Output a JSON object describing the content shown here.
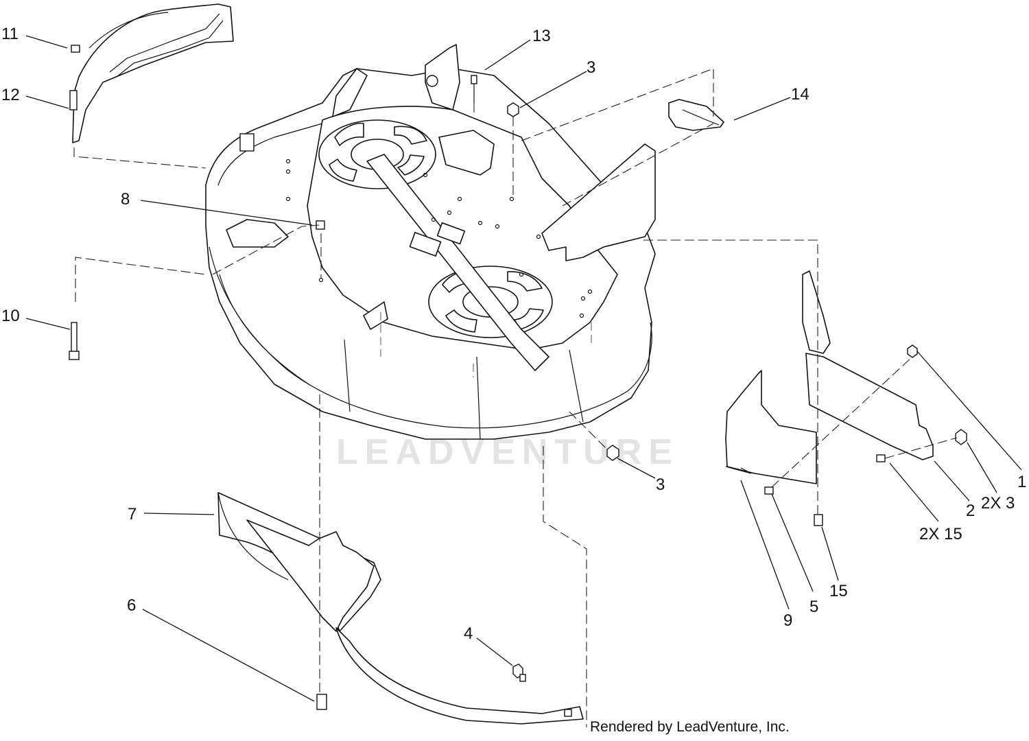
{
  "watermark": "LEADVENTURE",
  "credit": "Rendered by LeadVenture, Inc.",
  "callouts": [
    {
      "id": "c11",
      "text": "11"
    },
    {
      "id": "c12",
      "text": "12"
    },
    {
      "id": "c13",
      "text": "13"
    },
    {
      "id": "c3a",
      "text": "3"
    },
    {
      "id": "c14",
      "text": "14"
    },
    {
      "id": "c8",
      "text": "8"
    },
    {
      "id": "c10",
      "text": "10"
    },
    {
      "id": "c1",
      "text": "1"
    },
    {
      "id": "c3b",
      "text": "3"
    },
    {
      "id": "c2",
      "text": "2"
    },
    {
      "id": "c2x3",
      "text": "2X 3"
    },
    {
      "id": "c2x15",
      "text": "2X 15"
    },
    {
      "id": "c7",
      "text": "7"
    },
    {
      "id": "c6",
      "text": "6"
    },
    {
      "id": "c4",
      "text": "4"
    },
    {
      "id": "c9",
      "text": "9"
    },
    {
      "id": "c5",
      "text": "5"
    },
    {
      "id": "c15",
      "text": "15"
    }
  ]
}
